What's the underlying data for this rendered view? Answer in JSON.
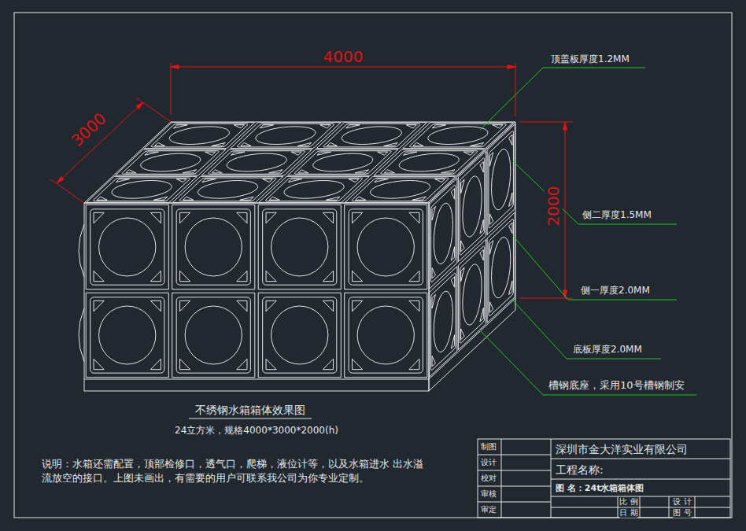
{
  "diagram": {
    "title": "不绣钢水箱箱体效果图",
    "caption": "24立方米，规格4000*3000*2000(h)",
    "labels": [
      "4000",
      "3000",
      "2000",
      "顶盖板厚度1.2MM",
      "侧二厚度1.5MM",
      "侧一厚度2.0MM",
      "底板厚度2.0MM",
      "槽钢底座，采用10号槽钢制安",
      "说明：水箱还需配置，顶部检修口，透气口，爬梯，液位计等，以及水箱进水 出水溢流放空的接口。上图未画出，有需要的用户可联系我公司为你专业定制。",
      "制图",
      "设计",
      "校对",
      "审核",
      "审定",
      "深圳市金大洋实业有限公司",
      "工程名称:",
      "图 名：24t水箱箱体图",
      "比 例",
      "设 计",
      "日 期",
      "图 号"
    ]
  }
}
